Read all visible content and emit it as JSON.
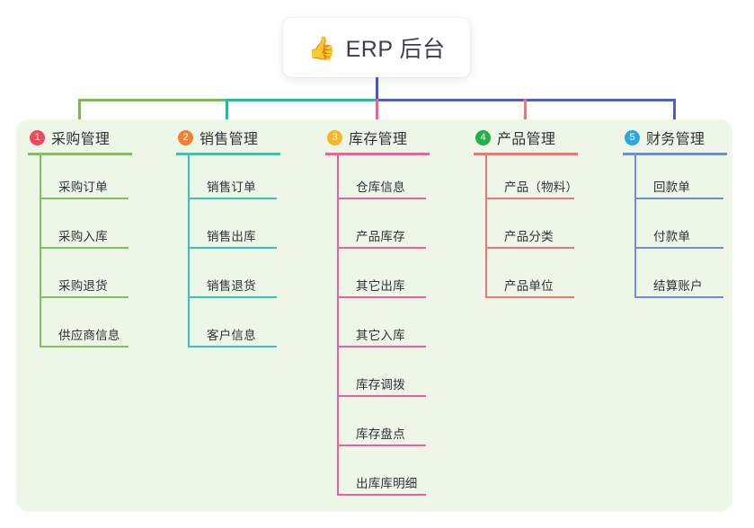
{
  "root": {
    "emoji_icon": "thumbs-up-icon",
    "emoji": "👍",
    "title": "ERP 后台"
  },
  "colors": {
    "panel_background": "#eef7e7",
    "root_stem": "#4756c4",
    "bus_left": "#79bc4c",
    "bus_middle": "#13c3a0",
    "bus_right": "#4f5ec9"
  },
  "columns": [
    {
      "number": "1",
      "title": "采购管理",
      "badge_color": "#f2495c",
      "line_color": "#7fc05a",
      "items": [
        {
          "label": "采购订单"
        },
        {
          "label": "采购入库"
        },
        {
          "label": "采购退货"
        },
        {
          "label": "供应商信息"
        }
      ]
    },
    {
      "number": "2",
      "title": "销售管理",
      "badge_color": "#f0812f",
      "line_color": "#35c5b4",
      "items": [
        {
          "label": "销售订单"
        },
        {
          "label": "销售出库"
        },
        {
          "label": "销售退货"
        },
        {
          "label": "客户信息"
        }
      ]
    },
    {
      "number": "3",
      "title": "库存管理",
      "badge_color": "#f5b820",
      "line_color": "#ef5fa0",
      "items": [
        {
          "label": "仓库信息"
        },
        {
          "label": "产品库存"
        },
        {
          "label": "其它出库"
        },
        {
          "label": "其它入库"
        },
        {
          "label": "库存调拨"
        },
        {
          "label": "库存盘点"
        },
        {
          "label": "出库库明细"
        }
      ]
    },
    {
      "number": "4",
      "title": "产品管理",
      "badge_color": "#22b04b",
      "line_color": "#f4726f",
      "items": [
        {
          "label": "产品（物料）"
        },
        {
          "label": "产品分类"
        },
        {
          "label": "产品单位"
        }
      ]
    },
    {
      "number": "5",
      "title": "财务管理",
      "badge_color": "#2aa9e0",
      "line_color": "#6e8fd6",
      "items": [
        {
          "label": "回款单"
        },
        {
          "label": "付款单"
        },
        {
          "label": "结算账户"
        }
      ]
    }
  ]
}
